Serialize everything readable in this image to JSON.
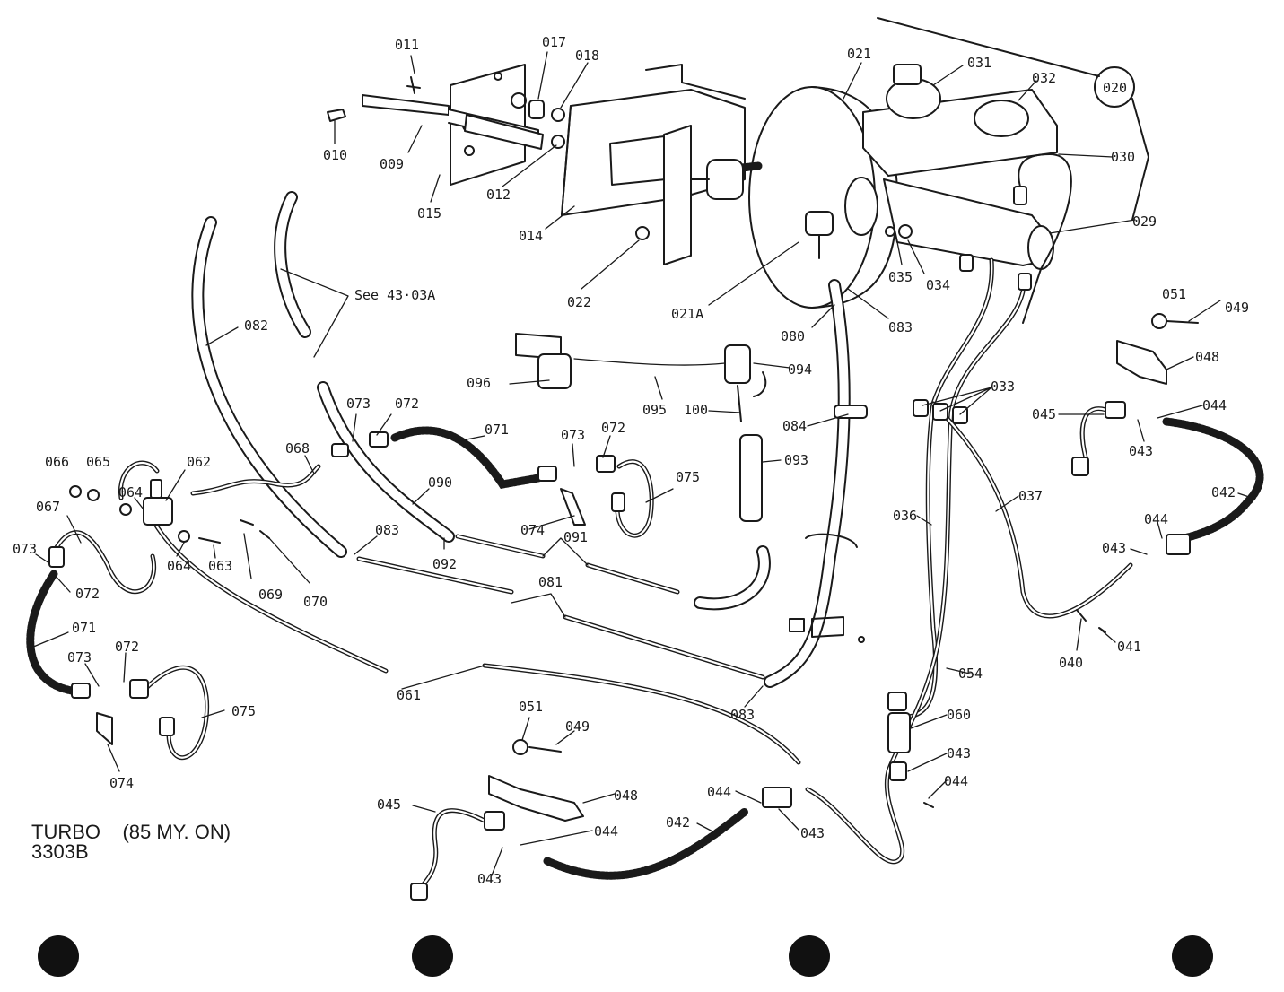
{
  "caption": {
    "line1": "TURBO    (85 MY. ON)",
    "line2": "3303B"
  },
  "note": "See 43·03A",
  "labels": {
    "l011": "011",
    "l017": "017",
    "l018": "018",
    "l010": "010",
    "l009": "009",
    "l015": "015",
    "l012": "012",
    "l014": "014",
    "l022": "022",
    "l021": "021",
    "l031": "031",
    "l032": "032",
    "l020": "020",
    "l030": "030",
    "l029": "029",
    "l021a": "021A",
    "l035": "035",
    "l034": "034",
    "l083a": "083",
    "l080": "080",
    "l082": "082",
    "l096": "096",
    "l094": "094",
    "l095": "095",
    "l100": "100",
    "l084": "084",
    "l093": "093",
    "l073a": "073",
    "l072a": "072",
    "l071a": "071",
    "l073b": "073",
    "l072b": "072",
    "l075a": "075",
    "l068": "068",
    "l090": "090",
    "l074a": "074",
    "l091": "091",
    "l092": "092",
    "l083b": "083",
    "l066": "066",
    "l065": "065",
    "l062": "062",
    "l064a": "064",
    "l064b": "064",
    "l063": "063",
    "l067": "067",
    "l069": "069",
    "l070": "070",
    "l081": "081",
    "l073c": "073",
    "l072c": "072",
    "l071b": "071",
    "l073d": "073",
    "l072d": "072",
    "l075b": "075",
    "l074b": "074",
    "l061": "061",
    "l083c": "083",
    "l051a": "051",
    "l049a": "049",
    "l048a": "048",
    "l033": "033",
    "l045a": "045",
    "l044a": "044",
    "l043a": "043",
    "l037": "037",
    "l036": "036",
    "l042a": "042",
    "l044b": "044",
    "l043b": "043",
    "l040": "040",
    "l041": "041",
    "l054": "054",
    "l060": "060",
    "l043c": "043",
    "l044c": "044",
    "l051b": "051",
    "l049b": "049",
    "l048b": "048",
    "l045b": "045",
    "l044d": "044",
    "l042b": "042",
    "l044e": "044",
    "l043d": "043",
    "l043e": "043"
  }
}
